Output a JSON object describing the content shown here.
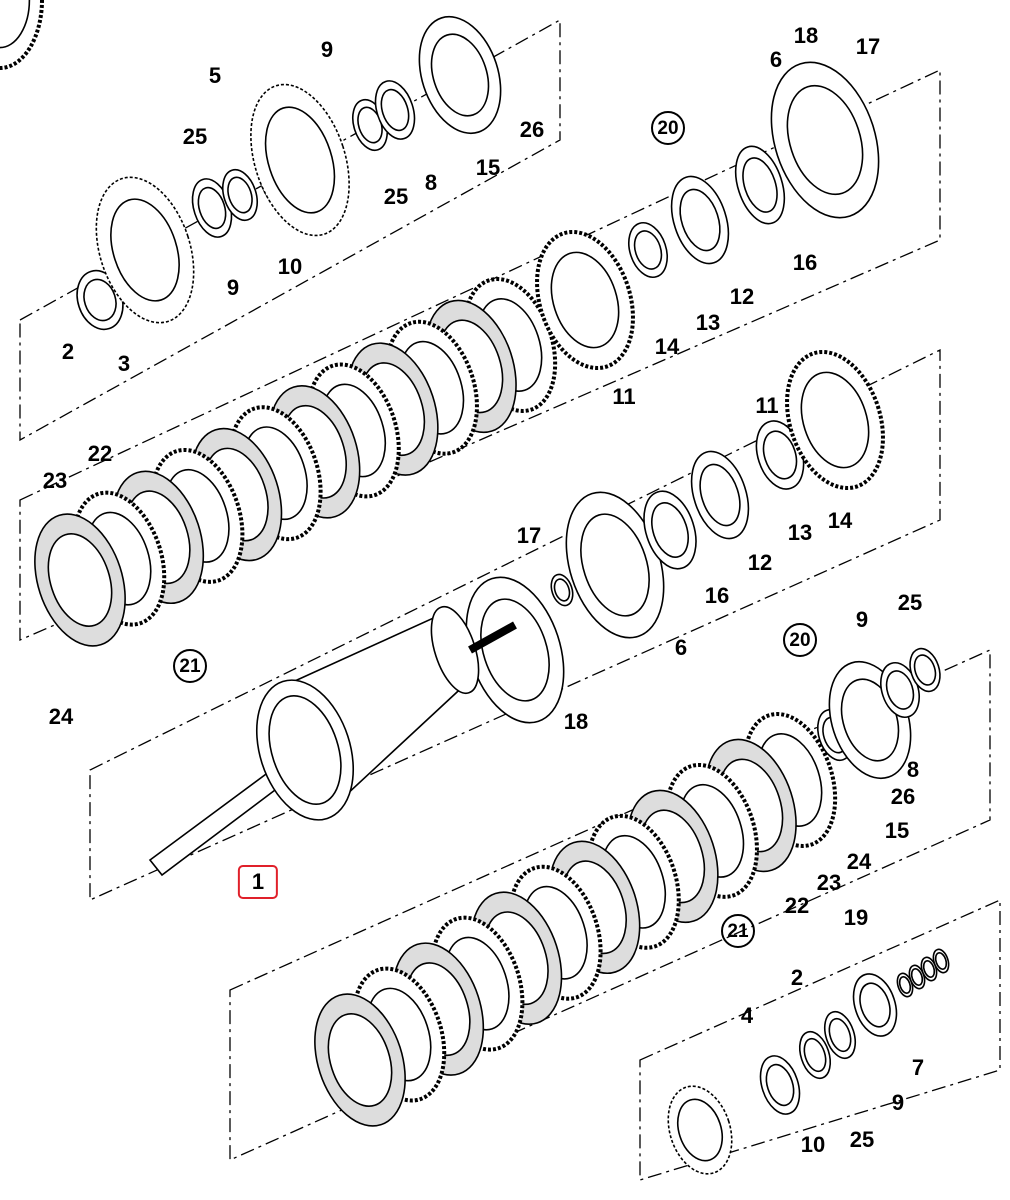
{
  "title": "Transmission clutch pack exploded parts diagram",
  "highlight_color": "#e0202a",
  "labels": {
    "top": [
      "18",
      "17",
      "6",
      "5",
      "9",
      "25",
      "26",
      "8",
      "15",
      "25",
      "10",
      "9",
      "2",
      "3",
      "20",
      "16",
      "12",
      "13",
      "14",
      "11"
    ],
    "middle": [
      "11",
      "13",
      "14",
      "12",
      "16",
      "6",
      "17",
      "18",
      "22",
      "23",
      "24",
      "21"
    ],
    "lower": [
      "1",
      "20",
      "9",
      "25",
      "8",
      "26",
      "15",
      "24",
      "23",
      "22",
      "21",
      "19",
      "2",
      "4",
      "7",
      "9",
      "25",
      "10"
    ]
  }
}
